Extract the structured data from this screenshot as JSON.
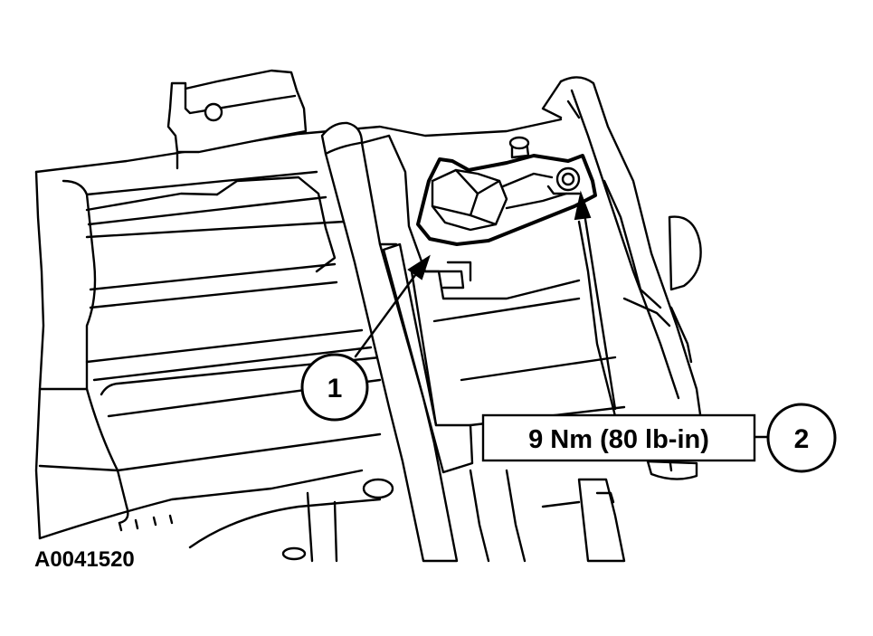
{
  "figure": {
    "id_label": "A0041520"
  },
  "callouts": [
    {
      "number": "1"
    },
    {
      "number": "2",
      "spec": "9 Nm (80 lb-in)"
    }
  ]
}
